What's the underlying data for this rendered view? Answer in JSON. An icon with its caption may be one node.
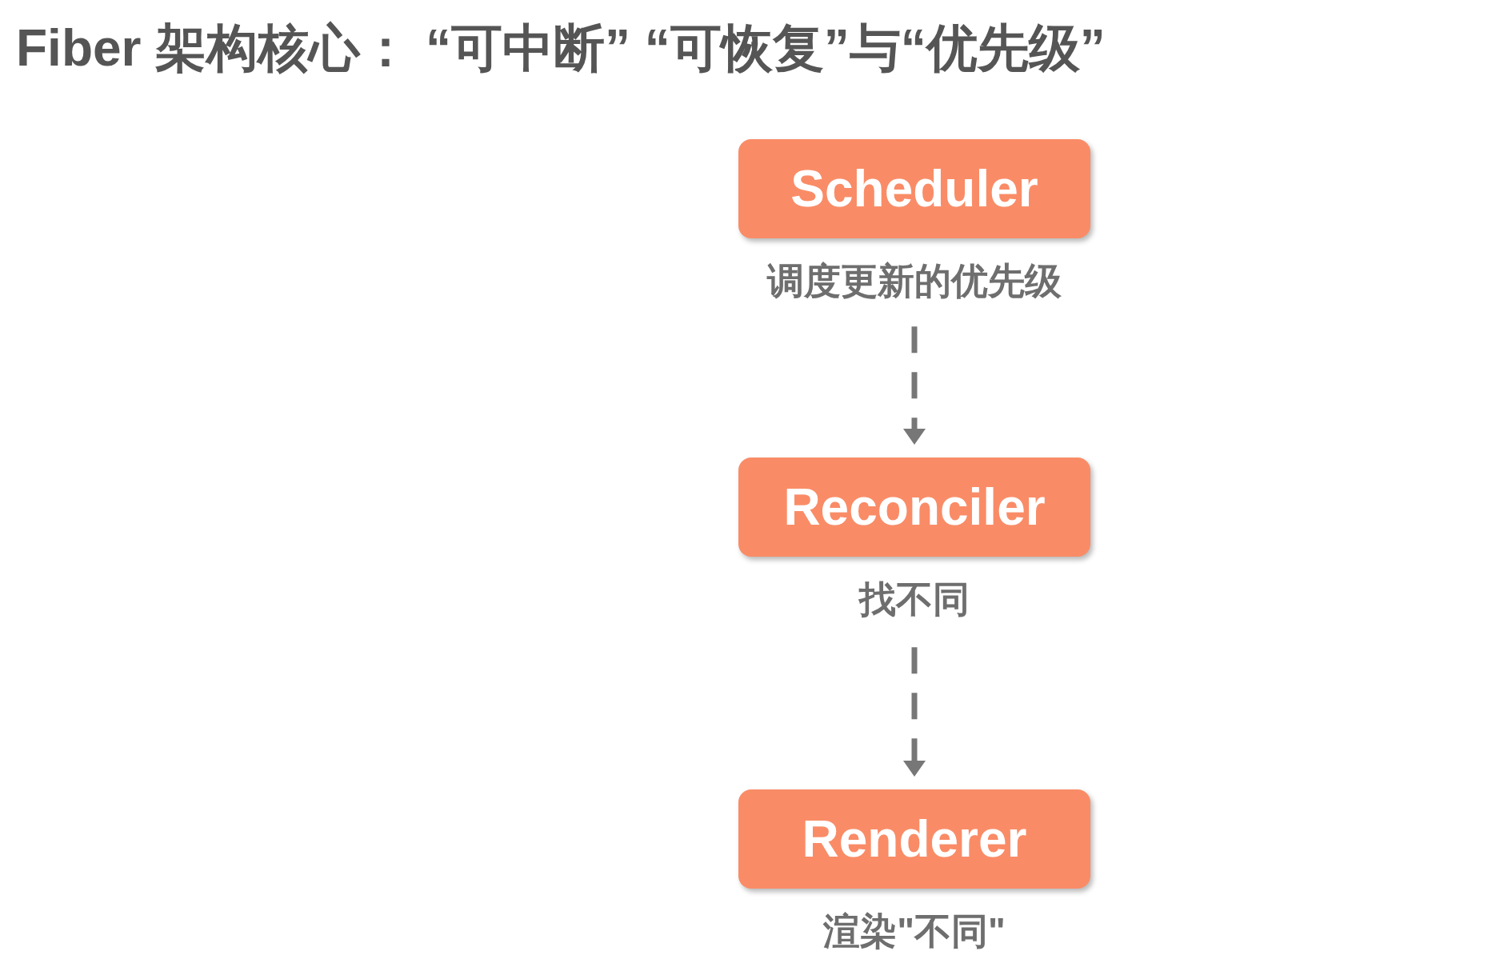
{
  "diagram": {
    "title": "Fiber 架构核心： “可中断” “可恢复”与“优先级”",
    "nodes": [
      {
        "text": [
          "Scheduler"
        ],
        "beside": [
          "调度更新的优先级"
        ]
      },
      {
        "text": [
          "Reconciler"
        ],
        "beside": [
          "找不同"
        ]
      },
      {
        "text": [
          "Renderer"
        ],
        "beside": [
          "渲染\"不同\""
        ]
      }
    ],
    "edges": [
      {
        "from": 0,
        "to": 1,
        "arrow": "to",
        "style": "dashed"
      },
      {
        "from": 1,
        "to": 2,
        "arrow": "to",
        "style": "dashed"
      }
    ]
  }
}
